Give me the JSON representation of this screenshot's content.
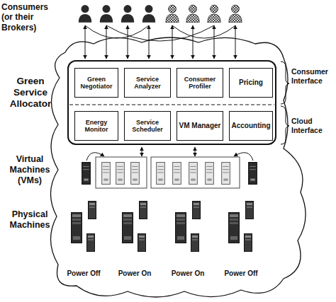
{
  "diagram": {
    "nodes": [
      {
        "text": [
          "Green Service Allocator"
        ]
      },
      {
        "text": [
          "Green Negotiator"
        ],
        "in": 0
      },
      {
        "text": [
          "Service Analyzer"
        ],
        "in": 0
      },
      {
        "text": [
          "Consumer Profiler"
        ],
        "in": 0
      },
      {
        "text": [
          "Pricing"
        ],
        "in": 0
      },
      {
        "text": [
          "Energy Monitor"
        ],
        "in": 0
      },
      {
        "text": [
          "Service Scheduler"
        ],
        "in": 0
      },
      {
        "text": [
          "VM Manager"
        ],
        "in": 0
      },
      {
        "text": [
          "Accounting"
        ],
        "in": 0
      }
    ],
    "labels": [
      "Consumers (or their Brokers)",
      "Consumer Interface",
      "Cloud Interface",
      "Virtual Machines (VMs)",
      "Physical Machines",
      "Power Off",
      "Power On",
      "Power On",
      "Power Off"
    ]
  }
}
